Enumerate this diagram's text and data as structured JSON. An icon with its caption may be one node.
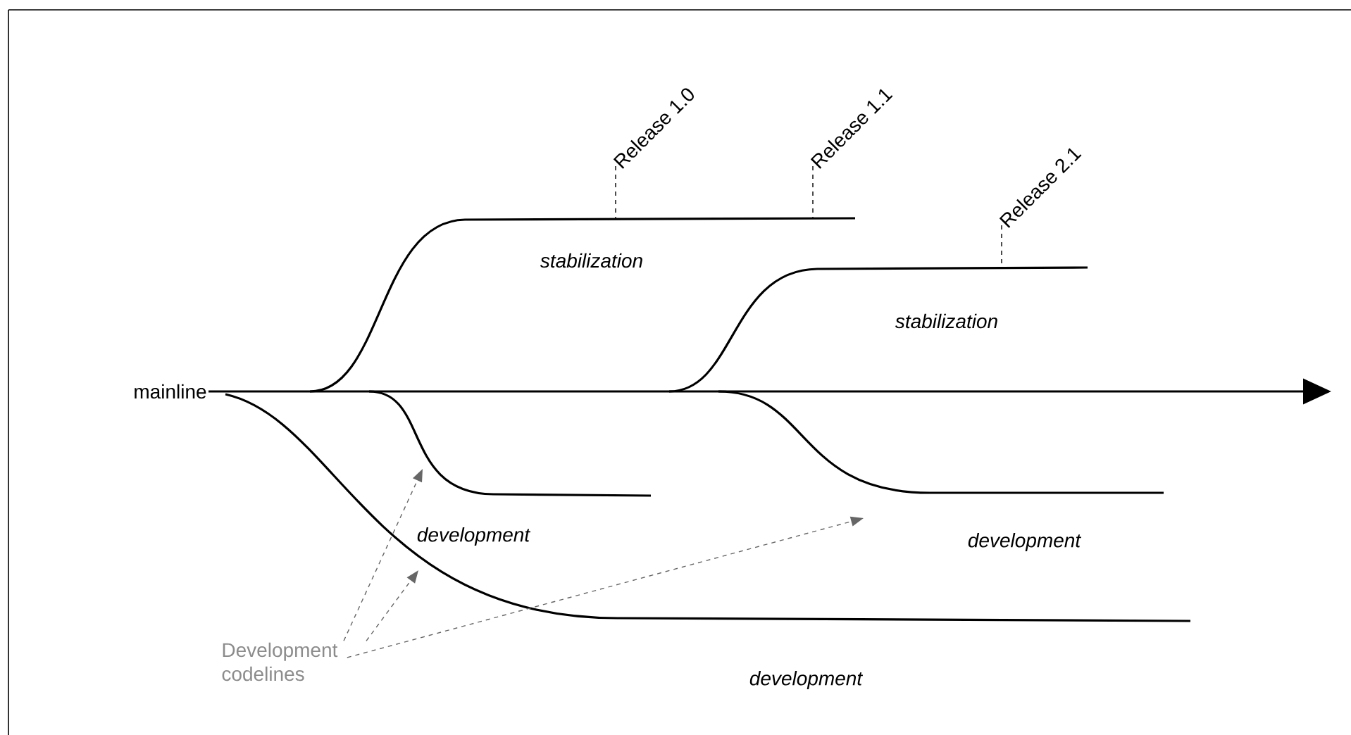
{
  "diagram": {
    "nodes": [
      {
        "text": [
          "mainline"
        ]
      },
      {
        "text": [
          "Release 1.0"
        ]
      },
      {
        "text": [
          "Release 1.1"
        ]
      },
      {
        "text": [
          "Release 2.1"
        ]
      },
      {
        "text": [
          "Development codelines"
        ]
      }
    ],
    "edges": [
      {
        "from": 0,
        "to": null,
        "arrow": "to"
      },
      {
        "from": 1,
        "to": null,
        "arrow": "none",
        "style": "dashed"
      },
      {
        "from": 2,
        "to": null,
        "arrow": "none",
        "style": "dashed"
      },
      {
        "from": 3,
        "to": null,
        "arrow": "none",
        "style": "dashed"
      },
      {
        "from": 4,
        "to": null,
        "arrow": "to",
        "style": "dashed",
        "color": "#666666"
      },
      {
        "from": 4,
        "to": null,
        "arrow": "to",
        "style": "dashed",
        "color": "#666666"
      },
      {
        "from": 4,
        "to": null,
        "arrow": "to",
        "style": "dashed",
        "color": "#666666"
      }
    ],
    "labels": [
      "stabilization",
      "stabilization",
      "development",
      "development",
      "development"
    ]
  }
}
